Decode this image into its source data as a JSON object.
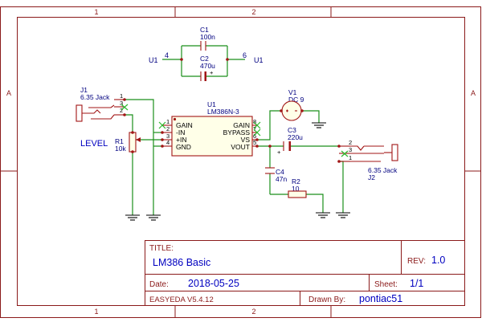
{
  "frame": {
    "col_labels": [
      "1",
      "2"
    ],
    "row_labels": [
      "A"
    ]
  },
  "components": {
    "j1": {
      "designator": "J1",
      "value": "6.35 Jack"
    },
    "r1": {
      "designator": "R1",
      "value": "10k",
      "label": "LEVEL"
    },
    "u1": {
      "designator": "U1",
      "value": "LM386N-3",
      "pins": {
        "p1": {
          "number": "1",
          "name": "GAIN"
        },
        "p2": {
          "number": "2",
          "name": "-IN"
        },
        "p3": {
          "number": "3",
          "name": "+IN"
        },
        "p4": {
          "number": "4",
          "name": "GND"
        },
        "p8": {
          "number": "8",
          "name": "GAIN"
        },
        "p7": {
          "number": "7",
          "name": "BYPASS"
        },
        "p6": {
          "number": "6",
          "name": "VS"
        },
        "p5": {
          "number": "5",
          "name": "VOUT"
        }
      }
    },
    "c1": {
      "designator": "C1",
      "value": "100n"
    },
    "c2": {
      "designator": "C2",
      "value": "470u",
      "polarity": "+"
    },
    "v1": {
      "designator": "V1",
      "value": "DC 9"
    },
    "c3": {
      "designator": "C3",
      "value": "220u",
      "polarity": "+"
    },
    "c4": {
      "designator": "C4",
      "value": "47n"
    },
    "r2": {
      "designator": "R2",
      "value": "10"
    },
    "j2": {
      "designator": "J2",
      "value": "6.35 Jack"
    }
  },
  "jack_pins": {
    "j1": [
      "1",
      "3",
      "2"
    ],
    "j2": [
      "2",
      "3",
      "1"
    ]
  },
  "net_labels": {
    "left_net": "U1",
    "left_pin": "4",
    "right_net": "U1",
    "right_pin": "6"
  },
  "title_block": {
    "title_label": "TITLE:",
    "title": "LM386 Basic",
    "rev_label": "REV:",
    "rev": "1.0",
    "date_label": "Date:",
    "date": "2018-05-25",
    "sheet_label": "Sheet:",
    "sheet": "1/1",
    "tool": "EASYEDA V5.4.12",
    "drawn_by_label": "Drawn By:",
    "drawn_by": "pontiac51"
  }
}
